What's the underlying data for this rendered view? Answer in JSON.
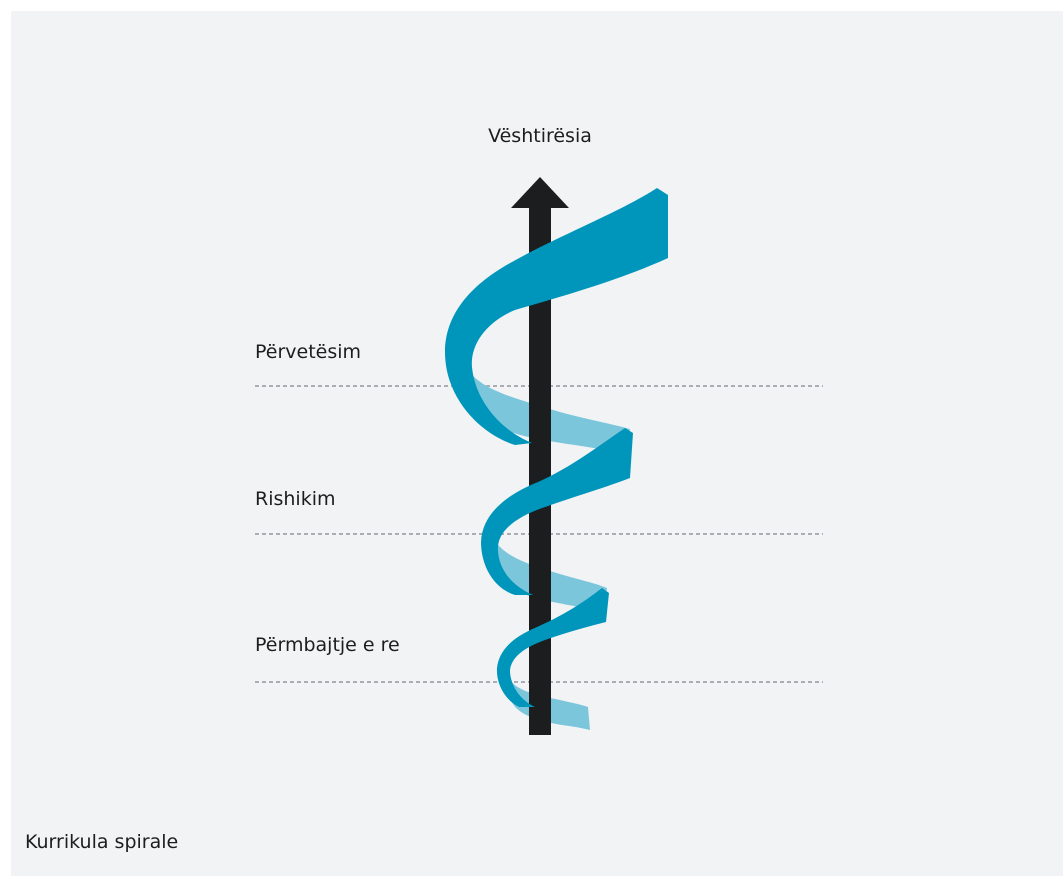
{
  "diagram": {
    "axis_label": "Vështirësia",
    "levels": [
      {
        "label": "Përvetësim"
      },
      {
        "label": "Rishikim"
      },
      {
        "label": "Përmbajtje e re"
      }
    ],
    "caption": "Kurrikula spirale",
    "colors": {
      "background": "#f1f3f5",
      "ribbon_front": "#0096bb",
      "ribbon_back": "#7cc6dc",
      "arrow": "#1c1d1f",
      "divider": "#a9aeb3",
      "text": "#1c1d1f"
    },
    "icons": {
      "arrow": "arrow-up-icon",
      "spiral": "spiral-ribbon-icon"
    }
  }
}
